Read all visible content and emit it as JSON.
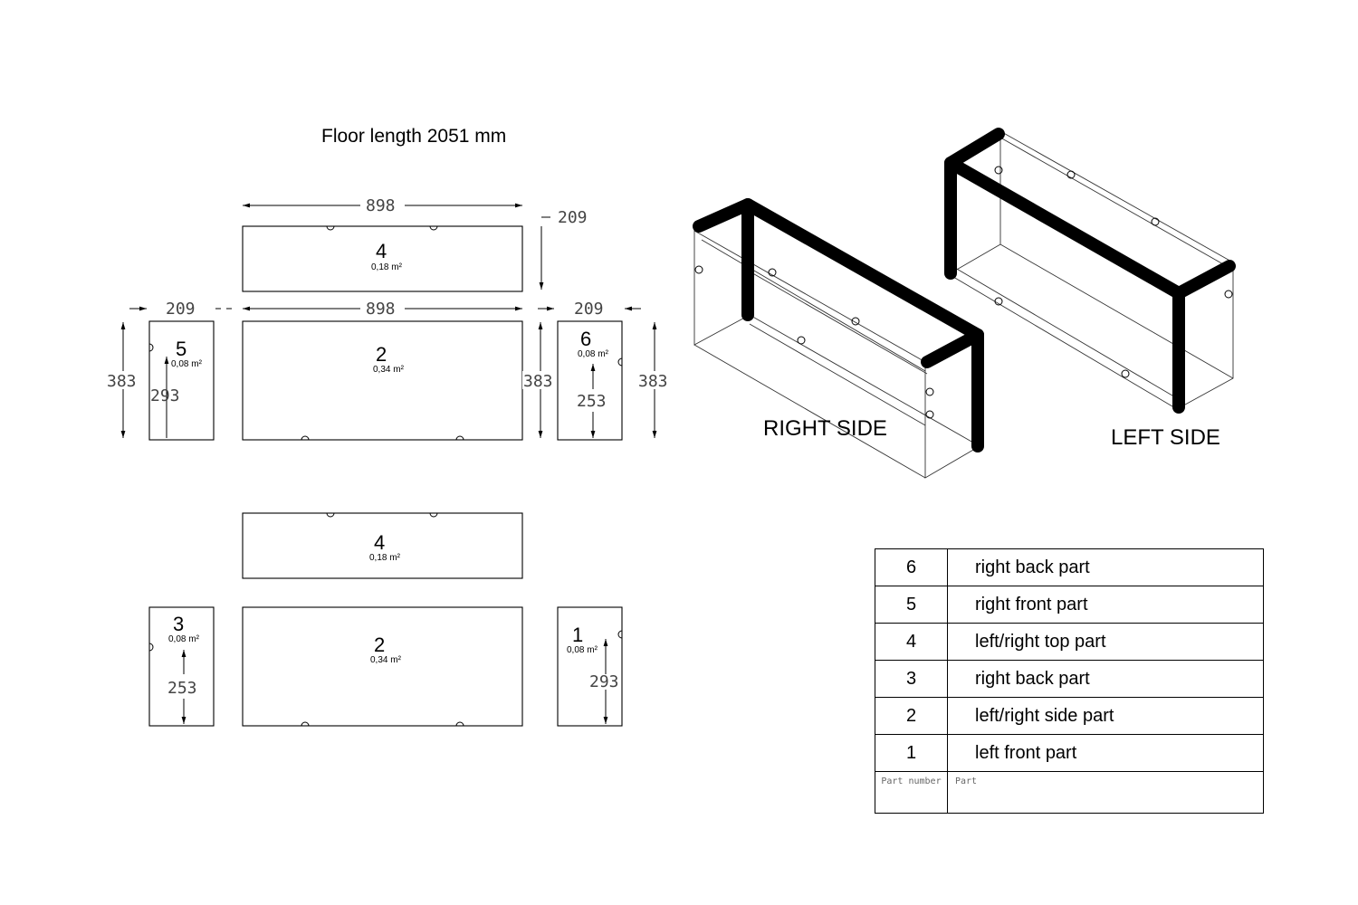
{
  "title": "Floor length 2051 mm",
  "dims": {
    "top_width": "898",
    "top_height": "209",
    "left_width": "209",
    "mid_width": "898",
    "right_width": "209",
    "left_height": "383",
    "mid_height": "383",
    "right_height": "383",
    "p5_inner": "293",
    "p6_inner": "253",
    "p3_inner": "253",
    "p1_inner": "293"
  },
  "panels": {
    "top_upper": {
      "number": "4",
      "area": "0,18 m²"
    },
    "mid_upper": {
      "number": "2",
      "area": "0,34 m²"
    },
    "left_upper": {
      "number": "5",
      "area": "0,08 m²"
    },
    "right_upper": {
      "number": "6",
      "area": "0,08 m²"
    },
    "top_lower": {
      "number": "4",
      "area": "0,18 m²"
    },
    "mid_lower": {
      "number": "2",
      "area": "0,34 m²"
    },
    "left_lower": {
      "number": "3",
      "area": "0,08 m²"
    },
    "right_lower": {
      "number": "1",
      "area": "0,08 m²"
    }
  },
  "iso_labels": {
    "right": "RIGHT SIDE",
    "left": "LEFT SIDE"
  },
  "table": {
    "header": {
      "number": "Part number",
      "part": "Part"
    },
    "rows": [
      {
        "number": "6",
        "part": "right back part"
      },
      {
        "number": "5",
        "part": "right front part"
      },
      {
        "number": "4",
        "part": "left/right top part"
      },
      {
        "number": "3",
        "part": "right back part"
      },
      {
        "number": "2",
        "part": "left/right side part"
      },
      {
        "number": "1",
        "part": "left front part"
      }
    ]
  }
}
